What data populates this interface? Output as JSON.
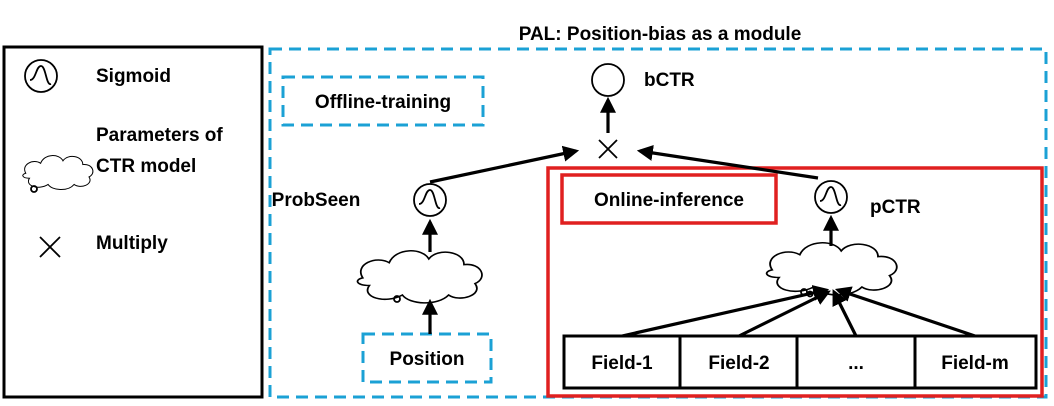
{
  "title": "PAL: Position-bias as a module",
  "legend": {
    "sigmoid_label": "Sigmoid",
    "params_label_line1": "Parameters of",
    "params_label_line2": "CTR model",
    "multiply_label": "Multiply",
    "sigmoid_icon": "sigmoid-icon",
    "cloud_icon": "cloud-icon",
    "multiply_icon": "multiply-icon"
  },
  "labels": {
    "offline_training": "Offline-training",
    "online_inference": "Online-inference",
    "bctr": "bCTR",
    "probseen": "ProbSeen",
    "pctr": "pCTR",
    "position": "Position"
  },
  "fields": [
    "Field-1",
    "Field-2",
    "...",
    "Field-m"
  ],
  "colors": {
    "blue_dashed": "#1ba1d5",
    "red_box": "#e02020",
    "black": "#000000"
  }
}
